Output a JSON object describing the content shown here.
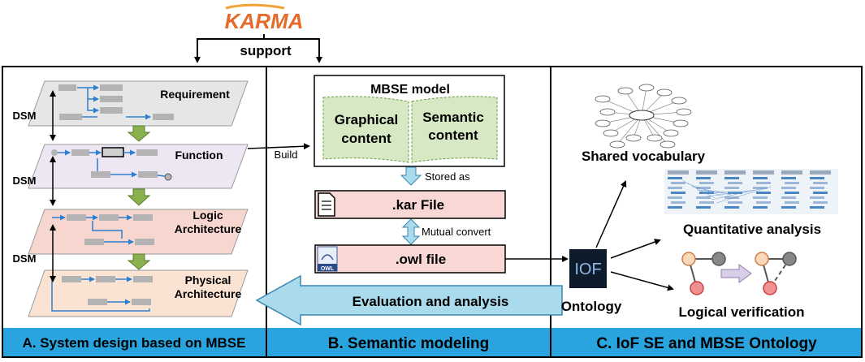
{
  "logo": {
    "text": "KARMA"
  },
  "support_label": "support",
  "panel_a": {
    "footer": "A. System design based on MBSE",
    "layers": [
      "Requirement",
      "Function",
      "Logic",
      "Architecture",
      "Physical",
      "Architecture"
    ],
    "dsm_label": "DSM"
  },
  "panel_b": {
    "footer": "B. Semantic modeling",
    "mbse_title": "MBSE model",
    "graphical_line1": "Graphical",
    "graphical_line2": "content",
    "semantic_line1": "Semantic",
    "semantic_line2": "content",
    "build_label": "Build",
    "stored_as_label": "Stored as",
    "kar_file_label": ".kar File",
    "mutual_convert_label": "Mutual convert",
    "owl_file_label": ".owl file",
    "owl_icon_text": "OWL",
    "evaluation_label": "Evaluation and analysis"
  },
  "panel_c": {
    "footer": "C. IoF SE and MBSE Ontology",
    "iof_logo_text": "IOF",
    "ontology_label": "Ontology",
    "shared_vocabulary_label": "Shared vocabulary",
    "quantitative_analysis_label": "Quantitative analysis",
    "logical_verification_label": "Logical verification"
  },
  "colors": {
    "requirement_fill": "#e6e6e6",
    "function_fill": "#ede6f3",
    "logic_fill": "#f6d6cf",
    "physical_fill": "#fbe3d3",
    "footer_blue": "#29a4df",
    "mbse_green": "#d6e9c4",
    "file_pink": "#f8d7d4",
    "eval_arrow": "#a9dbec",
    "down_arrow_green": "#8bb04e",
    "flow_blue": "#2e7fd0"
  }
}
